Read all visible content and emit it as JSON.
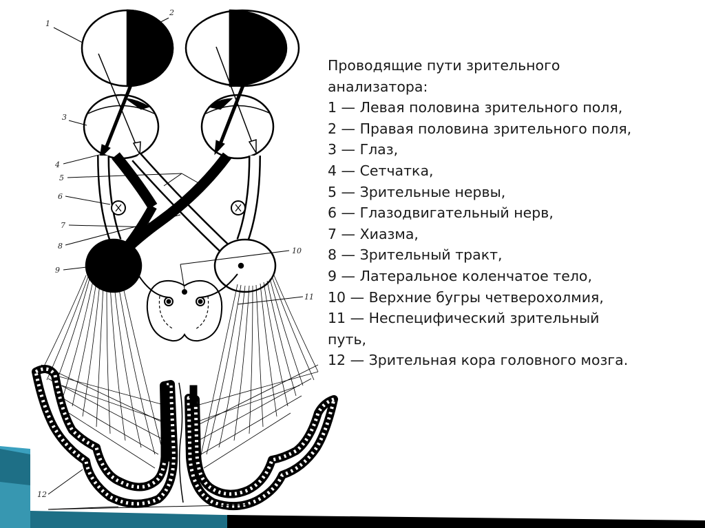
{
  "diagram": {
    "labels": [
      "1",
      "2",
      "3",
      "4",
      "5",
      "6",
      "7",
      "8",
      "9",
      "10",
      "11",
      "12"
    ]
  },
  "caption": {
    "title_line1": "Проводящие пути зрительного",
    "title_line2": "анализатора:",
    "items": [
      "1 — Левая половина зрительного поля,",
      "2 — Правая половина зрительного поля,",
      "3 — Глаз,",
      "4 — Сетчатка,",
      "5 — Зрительные нервы,",
      "6 — Глазодвигательный нерв,",
      "7 — Хиазма,",
      "8 — Зрительный тракт,",
      "9 — Латеральное коленчатое тело,",
      "10 — Верхние бугры четверохолмия,",
      "11 — Неспецифический зрительный",
      "путь,",
      "12 — Зрительная кора головного мозга."
    ]
  },
  "colors": {
    "ink": "#000000",
    "accent_blue": "#3aa0bf",
    "accent_dark": "#1e6f86"
  }
}
